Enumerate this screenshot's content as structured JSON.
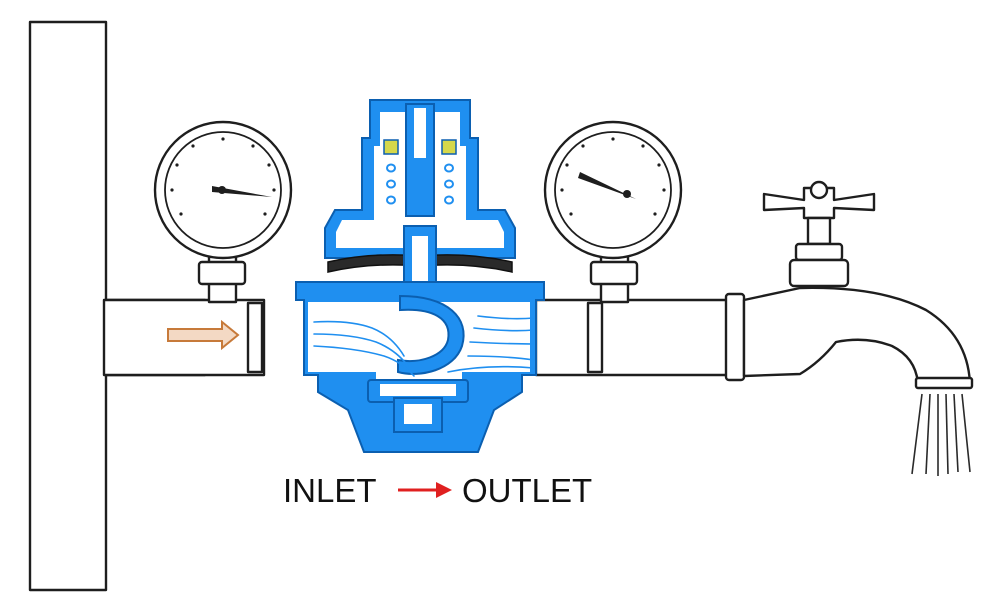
{
  "labels": {
    "inlet": "INLET",
    "outlet": "OUTLET"
  },
  "colors": {
    "valve_body": "#1f8ff0",
    "valve_outline": "#0b5fb0",
    "flow_arrow": "#e02020",
    "inlet_arrow": "#c77a3a",
    "diaphragm": "#2a2a2a",
    "spring_seat": "#d6d84a"
  },
  "icons": {
    "inlet_gauge": "pressure-gauge-icon",
    "outlet_gauge": "pressure-gauge-icon",
    "faucet": "faucet-icon",
    "valve": "pressure-reducing-valve-icon"
  },
  "gauges": {
    "inlet_needle": "high",
    "outlet_needle": "low"
  }
}
